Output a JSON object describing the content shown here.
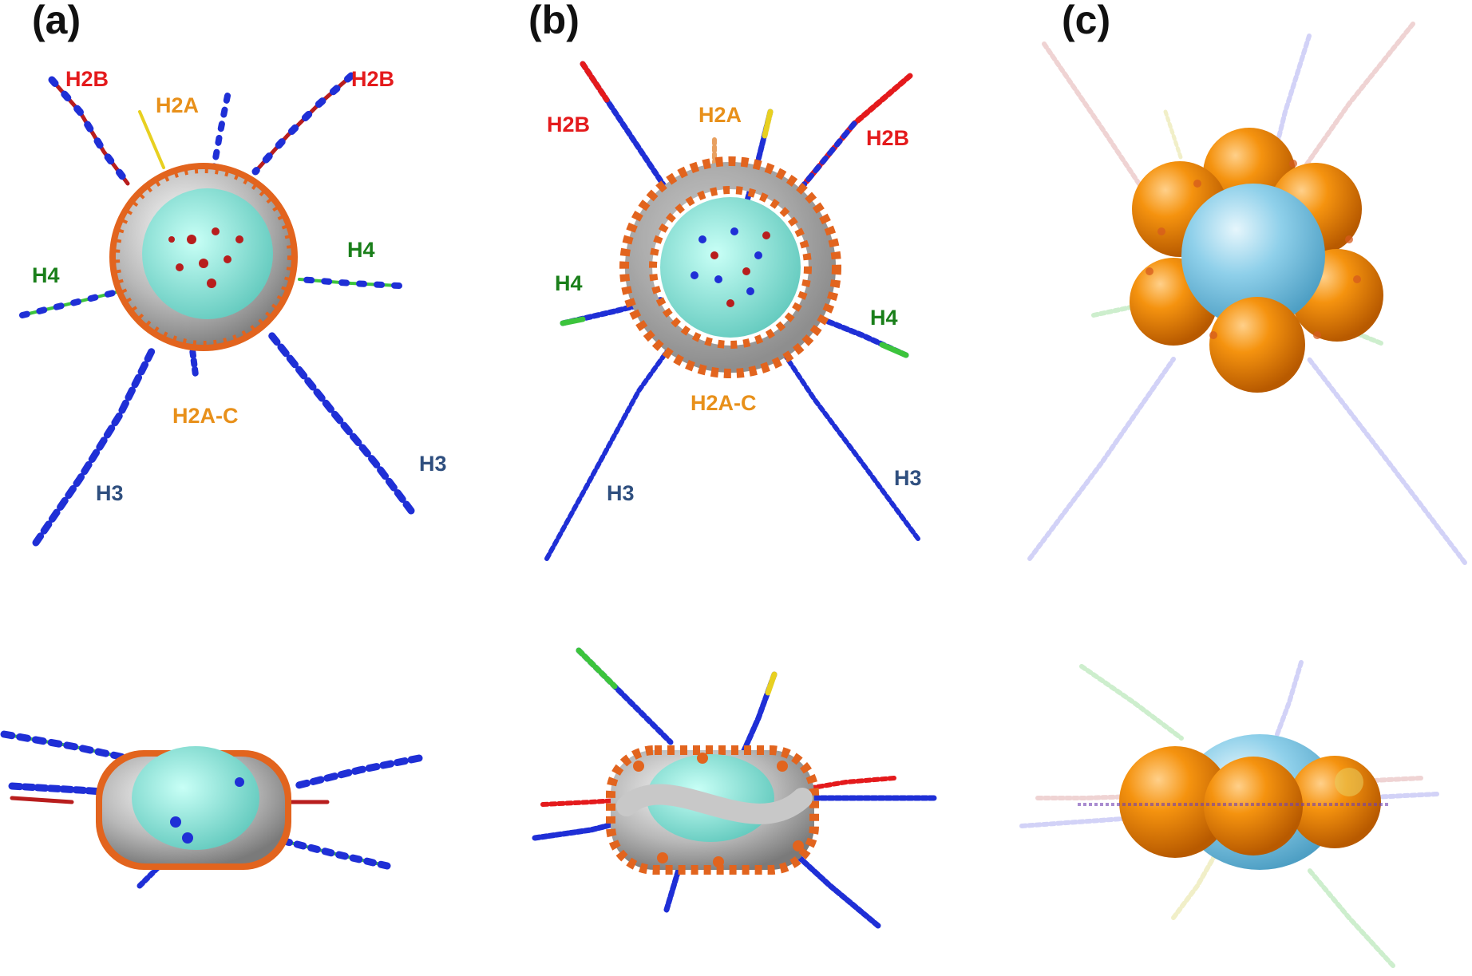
{
  "panels": [
    {
      "id": "a",
      "label": "(a)"
    },
    {
      "id": "b",
      "label": "(b)"
    },
    {
      "id": "c",
      "label": "(c)"
    }
  ],
  "tail_labels": {
    "h2b": "H2B",
    "h2a": "H2A",
    "h4": "H4",
    "h3": "H3",
    "h2a_c": "H2A-C"
  },
  "colors": {
    "h2b": "#e41a1c",
    "h2a": "#e8901a",
    "h4": "#1a7f1a",
    "h3": "#2f4f7f",
    "bead_blue": "#1f2fd6",
    "bead_red": "#b81d1d",
    "bead_yellow": "#e8d020",
    "bead_green": "#3cc43c",
    "core_cyan": "#7fe0d6",
    "core_gray": "#9e9e9e",
    "core_orange": "#e2641e",
    "sphere_orange": "#f08a10",
    "sphere_blue": "#86cbe6"
  }
}
